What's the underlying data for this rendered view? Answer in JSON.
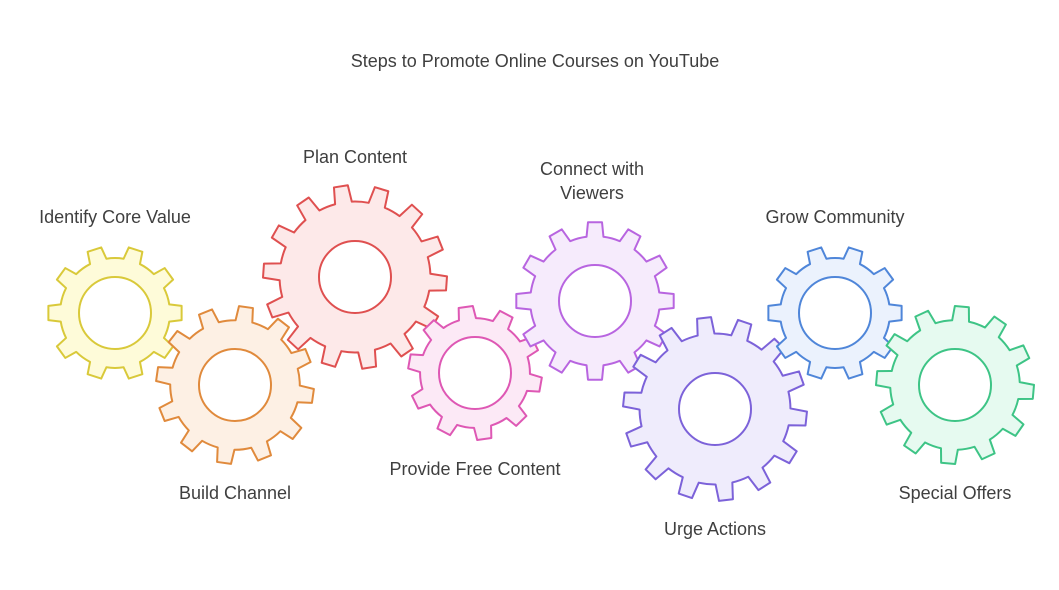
{
  "title": "Steps to Promote Online Courses on YouTube",
  "steps": [
    {
      "label": [
        "Identify Core Value"
      ],
      "stroke": "#d9c93a",
      "fill": "#fefbd9"
    },
    {
      "label": [
        "Build Channel"
      ],
      "stroke": "#e08a3c",
      "fill": "#fdf0e4"
    },
    {
      "label": [
        "Plan Content"
      ],
      "stroke": "#df5050",
      "fill": "#fde9e9"
    },
    {
      "label": [
        "Provide Free Content"
      ],
      "stroke": "#de58b4",
      "fill": "#fce9f6"
    },
    {
      "label": [
        "Connect with",
        "Viewers"
      ],
      "stroke": "#b865e0",
      "fill": "#f6ebfc"
    },
    {
      "label": [
        "Urge Actions"
      ],
      "stroke": "#7c62d9",
      "fill": "#efecfc"
    },
    {
      "label": [
        "Grow Community"
      ],
      "stroke": "#4f86d9",
      "fill": "#ebf2fd"
    },
    {
      "label": [
        "Special Offers"
      ],
      "stroke": "#3ec486",
      "fill": "#e6faf0"
    }
  ]
}
